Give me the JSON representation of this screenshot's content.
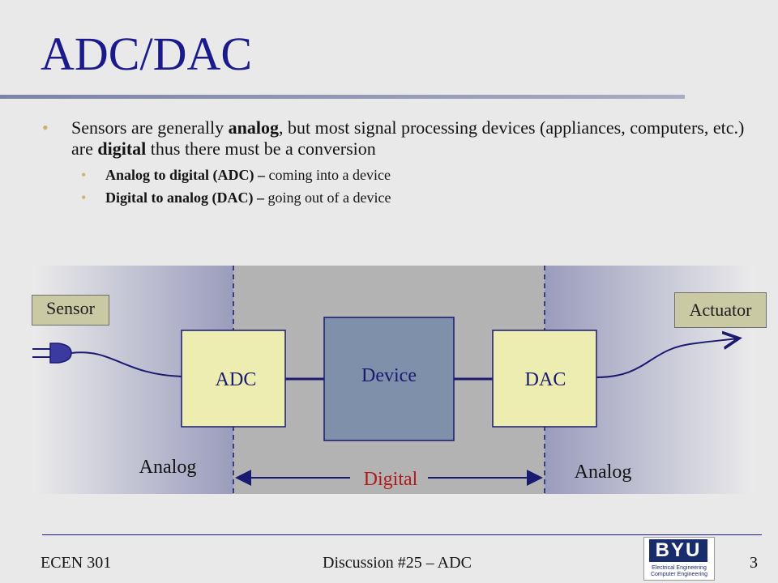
{
  "slide": {
    "title": "ADC/DAC"
  },
  "bullets": {
    "main": {
      "part1": "Sensors are generally ",
      "bold1": "analog",
      "part2": ", but most signal processing devices (appliances, computers, etc.) are ",
      "bold2": "digital",
      "part3": " thus there must be a conversion"
    },
    "sub": [
      {
        "bold": "Analog to digital (ADC) –",
        "text": " coming into a device"
      },
      {
        "bold": "Digital to analog (DAC) –",
        "text": " going out of a device"
      }
    ]
  },
  "diagram": {
    "sensor_label": "Sensor",
    "actuator_label": "Actuator",
    "adc_label": "ADC",
    "device_label": "Device",
    "dac_label": "DAC",
    "analog_left": "Analog",
    "analog_right": "Analog",
    "digital": "Digital",
    "colors": {
      "converter_fill": "#ededb2",
      "device_fill": "#7f90aa",
      "block_border": "#1a1a70",
      "digital_zone": "#b3b3b3",
      "digital_text": "#b11a1a"
    }
  },
  "footer": {
    "course": "ECEN 301",
    "center": "Discussion #25 – ADC",
    "page": "3"
  },
  "logo": {
    "name": "BYU",
    "line1": "Electrical Engineering",
    "line2": "Computer Engineering"
  }
}
